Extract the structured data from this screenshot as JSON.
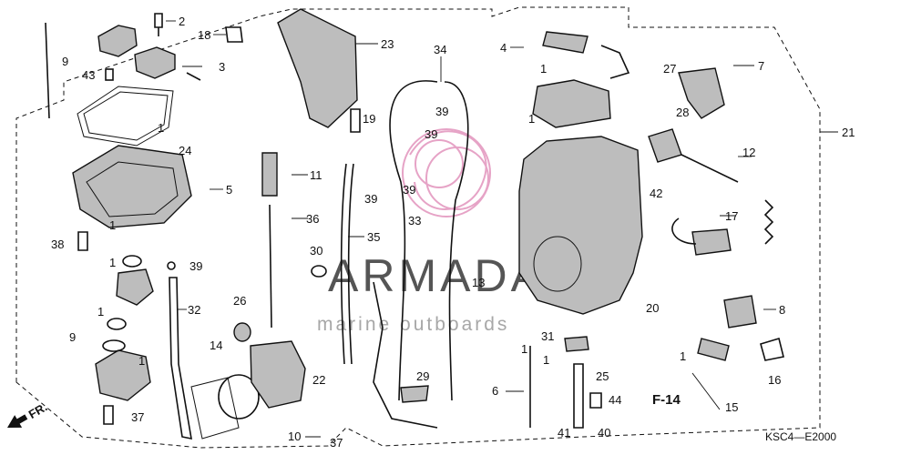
{
  "callouts": [
    {
      "id": "c1",
      "text": "2"
    },
    {
      "id": "c2",
      "text": "18"
    },
    {
      "id": "c3",
      "text": "23"
    },
    {
      "id": "c4",
      "text": "34"
    },
    {
      "id": "c5",
      "text": "4"
    },
    {
      "id": "c6",
      "text": "7"
    },
    {
      "id": "c7",
      "text": "9"
    },
    {
      "id": "c8",
      "text": "3"
    },
    {
      "id": "c9",
      "text": "43"
    },
    {
      "id": "c10",
      "text": "27"
    },
    {
      "id": "c11",
      "text": "28"
    },
    {
      "id": "c12",
      "text": "1"
    },
    {
      "id": "c13",
      "text": "1"
    },
    {
      "id": "c14",
      "text": "39"
    },
    {
      "id": "c15",
      "text": "19"
    },
    {
      "id": "c16",
      "text": "1"
    },
    {
      "id": "c17",
      "text": "24"
    },
    {
      "id": "c18",
      "text": "39"
    },
    {
      "id": "c19",
      "text": "21"
    },
    {
      "id": "c20",
      "text": "12"
    },
    {
      "id": "c21",
      "text": "11"
    },
    {
      "id": "c22",
      "text": "5"
    },
    {
      "id": "c23",
      "text": "39"
    },
    {
      "id": "c24",
      "text": "39"
    },
    {
      "id": "c25",
      "text": "42"
    },
    {
      "id": "c26",
      "text": "36"
    },
    {
      "id": "c27",
      "text": "33"
    },
    {
      "id": "c28",
      "text": "17"
    },
    {
      "id": "c29",
      "text": "35"
    },
    {
      "id": "c30",
      "text": "38"
    },
    {
      "id": "c31",
      "text": "30"
    },
    {
      "id": "c32",
      "text": "1"
    },
    {
      "id": "c33",
      "text": "39"
    },
    {
      "id": "c34",
      "text": "13"
    },
    {
      "id": "c35",
      "text": "8"
    },
    {
      "id": "c36",
      "text": "32"
    },
    {
      "id": "c37",
      "text": "26"
    },
    {
      "id": "c38",
      "text": "20"
    },
    {
      "id": "c39",
      "text": "1"
    },
    {
      "id": "c40",
      "text": "9"
    },
    {
      "id": "c41",
      "text": "31"
    },
    {
      "id": "c42",
      "text": "1"
    },
    {
      "id": "c43",
      "text": "14"
    },
    {
      "id": "c44",
      "text": "1"
    },
    {
      "id": "c45",
      "text": "22"
    },
    {
      "id": "c46",
      "text": "29"
    },
    {
      "id": "c47",
      "text": "25"
    },
    {
      "id": "c48",
      "text": "16"
    },
    {
      "id": "c49",
      "text": "6"
    },
    {
      "id": "c50",
      "text": "44"
    },
    {
      "id": "c51",
      "text": "15"
    },
    {
      "id": "c52",
      "text": "37"
    },
    {
      "id": "c53",
      "text": "10"
    },
    {
      "id": "c54",
      "text": "37"
    },
    {
      "id": "c55",
      "text": "41"
    },
    {
      "id": "c56",
      "text": "40"
    },
    {
      "id": "c57",
      "text": "1"
    },
    {
      "id": "c58",
      "text": "1"
    },
    {
      "id": "c59",
      "text": "1"
    }
  ],
  "figure_tag": "F-14",
  "diagram_code": "KSC4—E2000",
  "front_marker": "FR.",
  "watermark": {
    "brand": "ARMADA",
    "tagline": "marine outboards",
    "color": "#e6a3c6"
  }
}
